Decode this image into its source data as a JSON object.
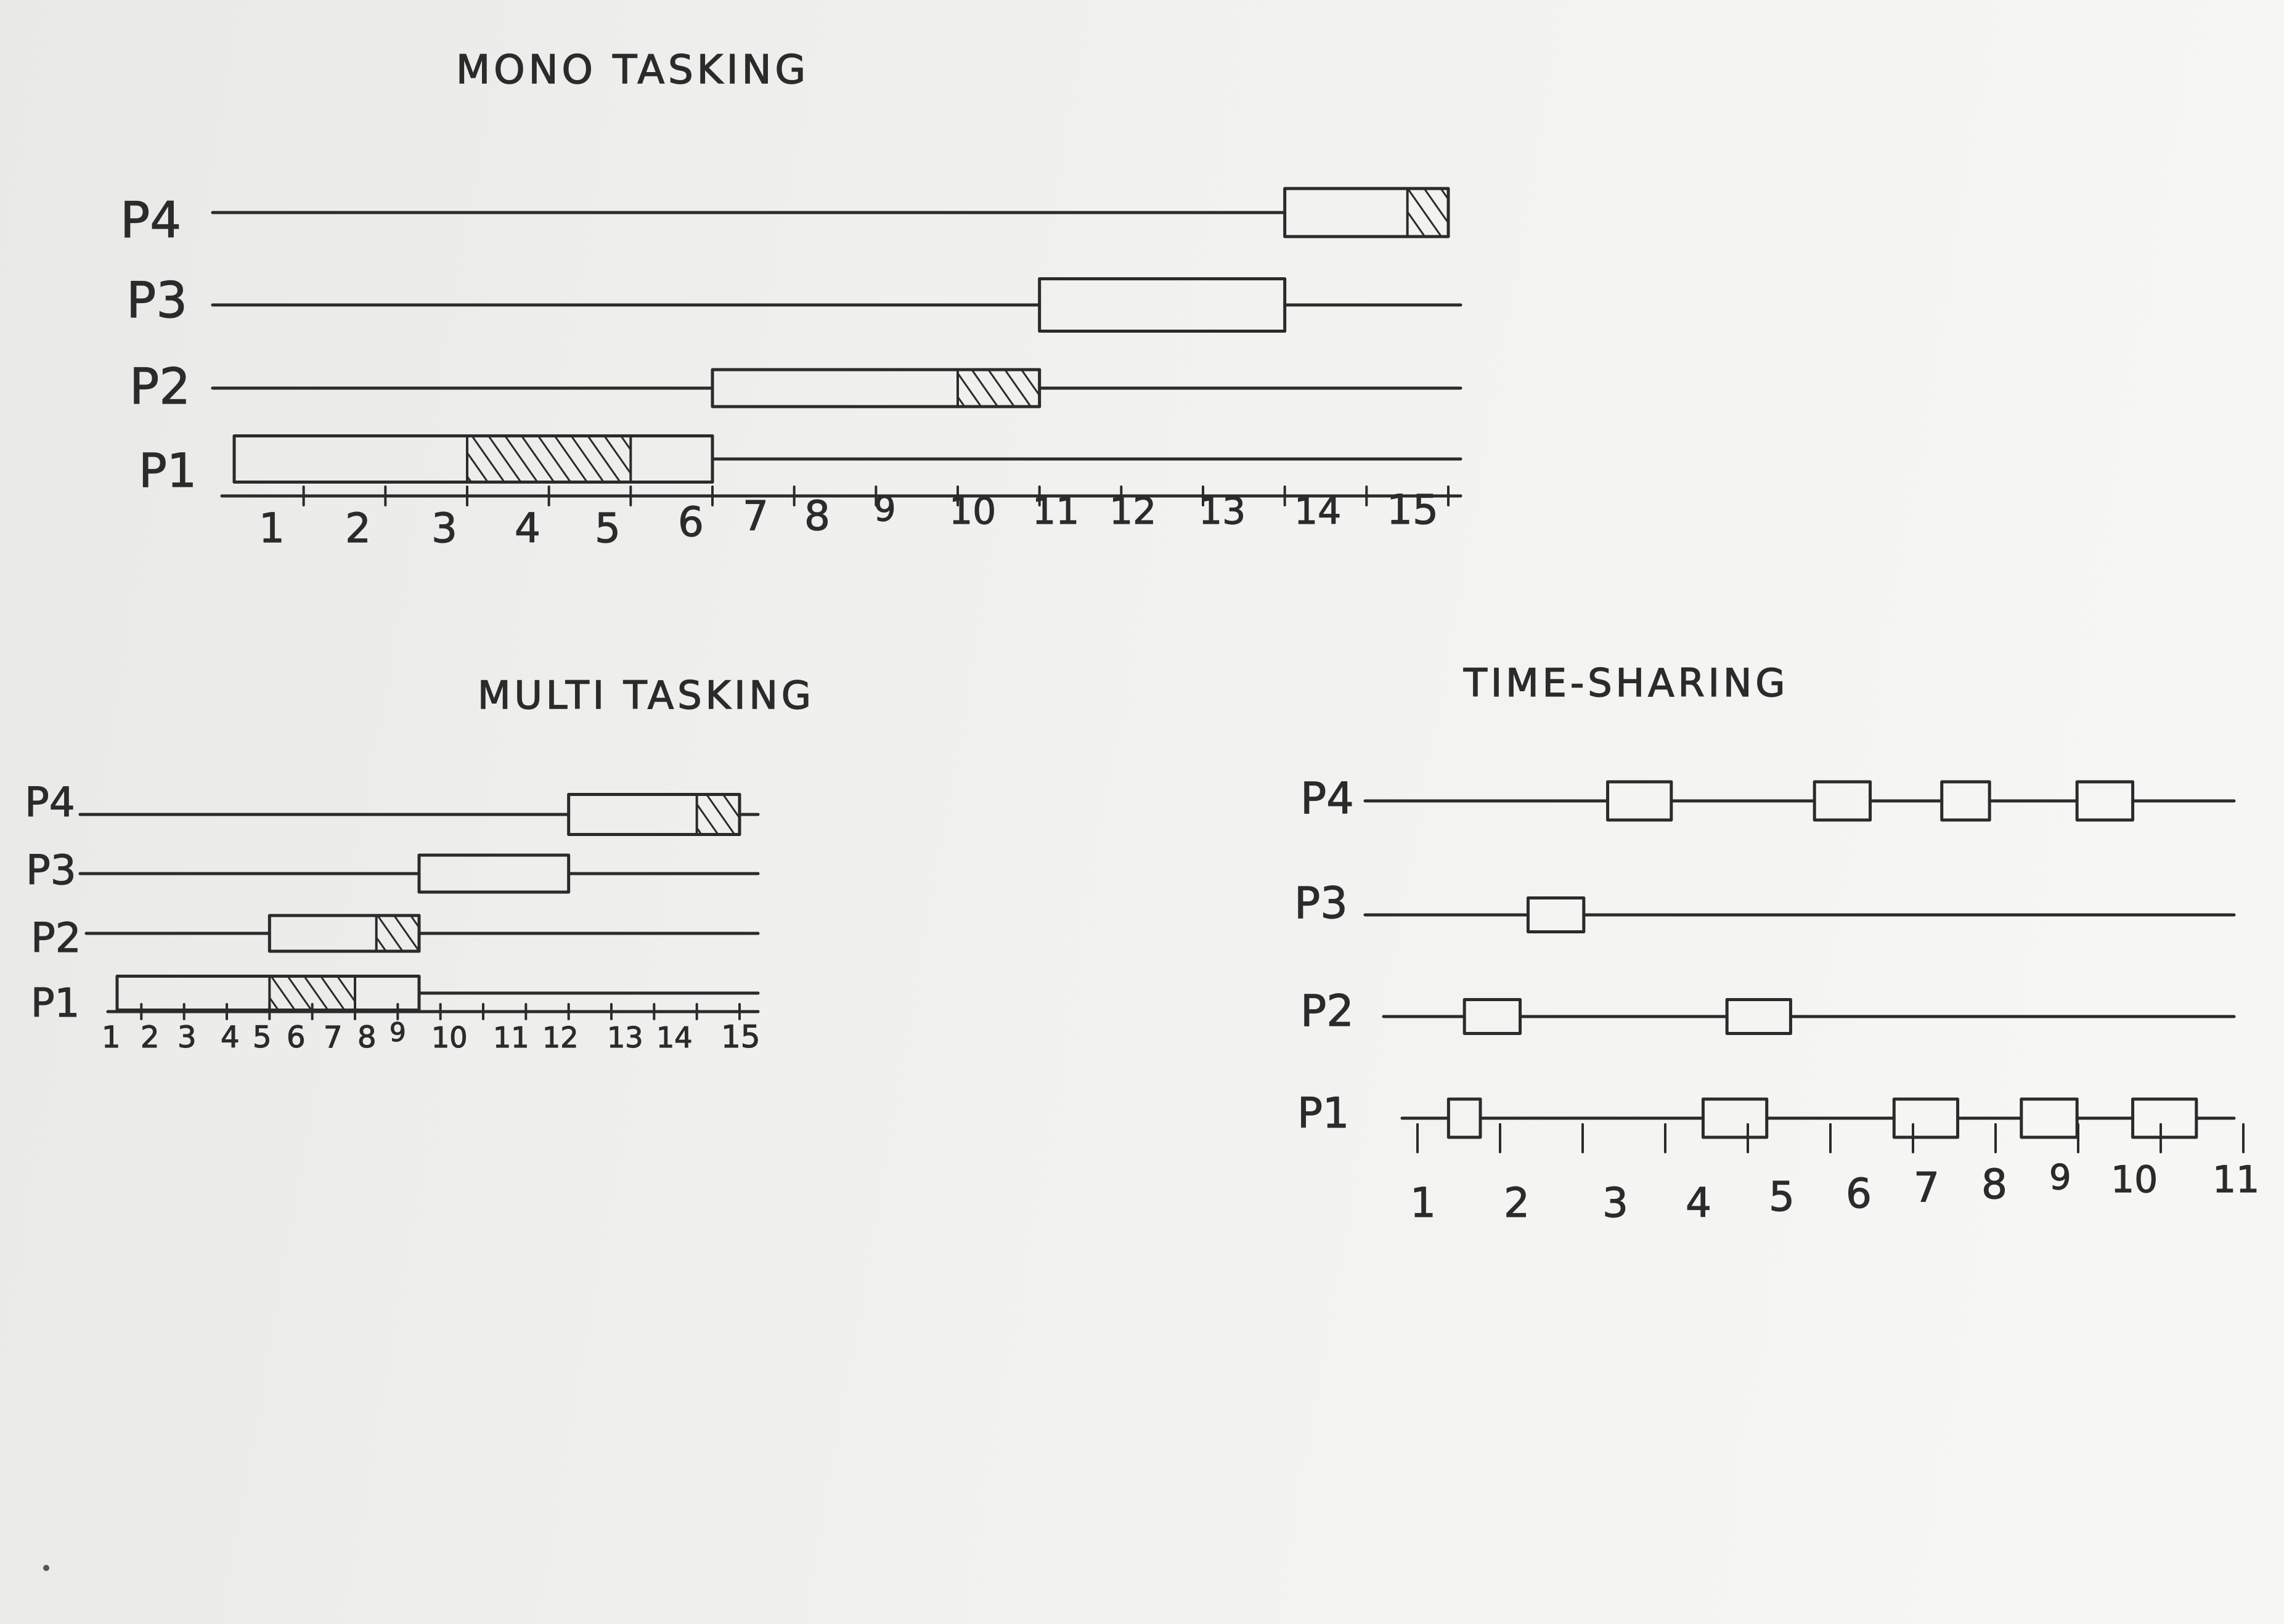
{
  "sheet": {
    "paper_color": "#f1f1ef",
    "ink_color": "#2b2b2b",
    "hatch_color": "#2b2b2b"
  },
  "diagrams": [
    {
      "id": "mono",
      "title": "MONO TASKING",
      "process_labels": [
        "P4",
        "P3",
        "P2",
        "P1"
      ],
      "axis_ticks": [
        "1",
        "2",
        "3",
        "4",
        "5",
        "6",
        "7",
        "8",
        "9",
        "10",
        "11",
        "12",
        "13",
        "14",
        "15"
      ],
      "processes": [
        {
          "label": "P4",
          "execution": [
            13,
            15
          ],
          "io": [
            14.5,
            15
          ]
        },
        {
          "label": "P3",
          "execution": [
            10,
            13
          ],
          "io": null
        },
        {
          "label": "P2",
          "execution": [
            6,
            10
          ],
          "io": [
            9,
            10
          ]
        },
        {
          "label": "P1",
          "execution": [
            0,
            6
          ],
          "io": [
            3,
            5
          ]
        }
      ]
    },
    {
      "id": "multi",
      "title": "MULTI TASKING",
      "process_labels": [
        "P4",
        "P3",
        "P2",
        "P1"
      ],
      "axis_ticks": [
        "1",
        "2",
        "3",
        "4",
        "5",
        "6",
        "7",
        "8",
        "9",
        "10",
        "11",
        "12",
        "13",
        "14",
        "15"
      ],
      "processes": [
        {
          "label": "P4",
          "execution": [
            11,
            15
          ],
          "io": [
            14,
            15
          ]
        },
        {
          "label": "P3",
          "execution": [
            7.5,
            11
          ],
          "io": null
        },
        {
          "label": "P2",
          "execution": [
            4,
            7.5
          ],
          "io": [
            6.5,
            7.5
          ]
        },
        {
          "label": "P1",
          "execution": [
            0,
            7.5
          ],
          "io": [
            4,
            6
          ]
        }
      ]
    },
    {
      "id": "timesharing",
      "title": "TIME-SHARING",
      "process_labels": [
        "P4",
        "P3",
        "P2",
        "P1"
      ],
      "axis_ticks": [
        "1",
        "2",
        "3",
        "4",
        "5",
        "6",
        "7",
        "8",
        "9",
        "10",
        "11"
      ],
      "processes": [
        {
          "label": "P4",
          "slices": [
            [
              2.7,
              3.5
            ],
            [
              5.3,
              6
            ],
            [
              6.9,
              7.5
            ],
            [
              8.6,
              9.3
            ]
          ]
        },
        {
          "label": "P3",
          "slices": [
            [
              1.7,
              2.4
            ]
          ]
        },
        {
          "label": "P2",
          "slices": [
            [
              0.9,
              1.6
            ],
            [
              4.2,
              5
            ]
          ]
        },
        {
          "label": "P1",
          "slices": [
            [
              0.7,
              1.1
            ],
            [
              3.9,
              4.7
            ],
            [
              6.3,
              7.1
            ],
            [
              7.9,
              8.6
            ],
            [
              9.3,
              10.1
            ]
          ]
        }
      ]
    }
  ]
}
